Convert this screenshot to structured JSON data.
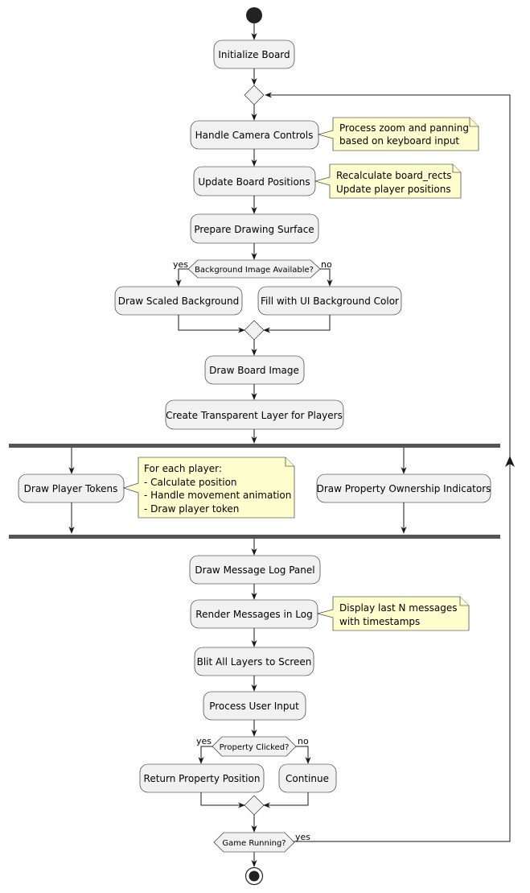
{
  "activities": {
    "initialize_board": "Initialize Board",
    "handle_camera_controls": "Handle Camera Controls",
    "update_board_positions": "Update Board Positions",
    "prepare_drawing_surface": "Prepare Drawing Surface",
    "draw_scaled_background": "Draw Scaled Background",
    "fill_ui_background": "Fill with UI Background Color",
    "draw_board_image": "Draw Board Image",
    "create_transparent_layer": "Create Transparent Layer for Players",
    "draw_player_tokens": "Draw Player Tokens",
    "draw_property_ownership": "Draw Property Ownership Indicators",
    "draw_message_log_panel": "Draw Message Log Panel",
    "render_messages_in_log": "Render Messages in Log",
    "blit_all_layers": "Blit All Layers to Screen",
    "process_user_input": "Process User Input",
    "return_property_position": "Return Property Position",
    "continue": "Continue"
  },
  "decisions": {
    "background_available": "Background Image Available?",
    "property_clicked": "Property Clicked?",
    "game_running": "Game Running?"
  },
  "labels": {
    "yes": "yes",
    "no": "no"
  },
  "notes": {
    "camera": [
      "Process zoom and panning",
      "based on keyboard input"
    ],
    "board_positions": [
      "Recalculate board_rects",
      "Update player positions"
    ],
    "players": [
      "For each player:",
      "- Calculate position",
      "- Handle movement animation",
      "- Draw player token"
    ],
    "messages": [
      "Display last N messages",
      "with timestamps"
    ]
  },
  "colors": {
    "activity_fill": "#f1f1f1",
    "note_fill": "#fefece",
    "line": "#181818",
    "fork_bar": "#555555"
  }
}
